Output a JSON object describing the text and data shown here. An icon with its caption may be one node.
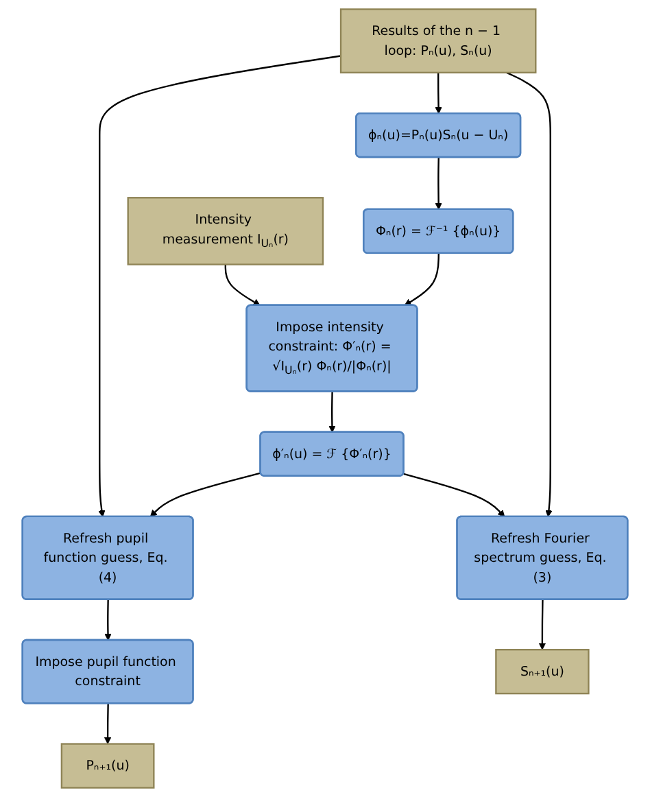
{
  "diagram": {
    "nodes": [
      {
        "text": [
          "Results of the n − 1 loop: Pₙ(u), Sₙ(u)"
        ]
      },
      {
        "text": [
          "ϕₙ(u)=Pₙ(u)Sₙ(u − Uₙ)"
        ]
      },
      {
        "text": [
          "Φₙ(r) = ℱ⁻¹ {ϕₙ(u)}"
        ]
      },
      {
        "text": [
          "Intensity measurement I$_{Uₙ}$(r)"
        ]
      },
      {
        "text": [
          "Impose intensity constraint: Φ′ₙ(r) = √I$_{Uₙ}$(r) Φₙ(r)/|Φₙ(r)|"
        ]
      },
      {
        "text": [
          "Refresh pupil function guess, Eq. (4)"
        ]
      },
      {
        "text": [
          "ϕ′ₙ(u) = ℱ {Φ′ₙ(r)}"
        ]
      },
      {
        "text": [
          "Impose pupil function constraint"
        ]
      },
      {
        "text": [
          "Refresh Fourier spectrum guess, Eq. (3)"
        ]
      },
      {
        "text": [
          "Pₙ₊₁(u)"
        ]
      },
      {
        "text": [
          "Sₙ₊₁(u)"
        ]
      }
    ],
    "edges": [
      {
        "from": 0,
        "to": 1,
        "arrow": "to"
      },
      {
        "from": 1,
        "to": 2,
        "arrow": "to"
      },
      {
        "from": 2,
        "to": 4,
        "arrow": "to"
      },
      {
        "from": 3,
        "to": 4,
        "arrow": "to"
      },
      {
        "from": 4,
        "to": 6,
        "arrow": "to"
      },
      {
        "from": 6,
        "to": 5,
        "arrow": "to"
      },
      {
        "from": 0,
        "to": 5,
        "arrow": "to"
      },
      {
        "from": 0,
        "to": 8,
        "arrow": "to"
      },
      {
        "from": 5,
        "to": 7,
        "arrow": "to"
      },
      {
        "from": 6,
        "to": 8,
        "arrow": "to"
      },
      {
        "from": 7,
        "to": 9,
        "arrow": "to"
      },
      {
        "from": 8,
        "to": 10,
        "arrow": "to"
      }
    ]
  }
}
